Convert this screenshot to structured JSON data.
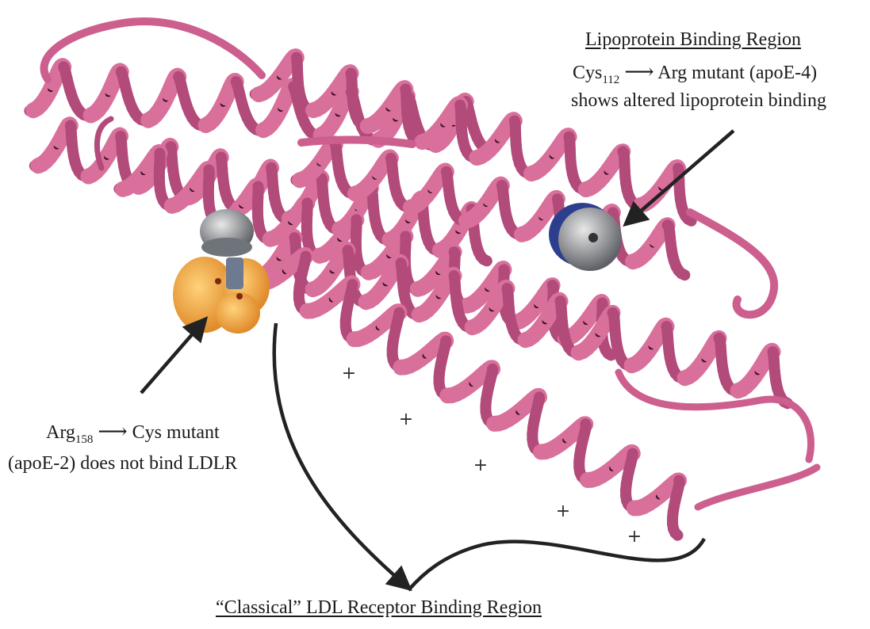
{
  "labels": {
    "lipoprotein_title": "Lipoprotein Binding Region",
    "cys_line": {
      "residue": "Cys",
      "position": "112",
      "arrow": "⟶",
      "rest": "Arg mutant (apoE-4)"
    },
    "cys_line2": "shows altered lipoprotein binding",
    "arg_line": {
      "residue": "Arg",
      "position": "158",
      "arrow": "⟶",
      "rest": "Cys mutant"
    },
    "arg_line2": "(apoE-2) does not bind LDLR",
    "ldl_title": "“Classical” LDL Receptor Binding Region",
    "plus_sign": "+"
  },
  "colors": {
    "helix": "#d9709c",
    "helix_dark": "#b24a7a",
    "helix_light": "#f2b8d0",
    "residue_orange": "#f0a640",
    "residue_grey": "#8c8f94",
    "residue_blue": "#2c3f8f",
    "arrow": "#222222"
  },
  "icons": {
    "arrow_glyph": "long-right-arrow"
  }
}
